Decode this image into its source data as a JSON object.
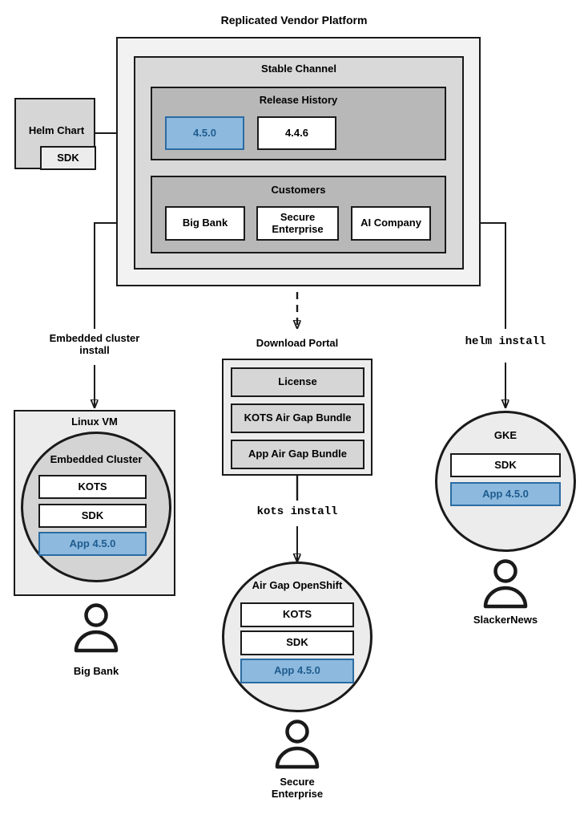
{
  "diagram": {
    "title": "Replicated Vendor Platform",
    "platform": {
      "channel_title": "Stable Channel",
      "release_history": {
        "title": "Release History",
        "releases": [
          {
            "version": "4.5.0",
            "state": "current",
            "color": "#8cb9dd"
          },
          {
            "version": "4.4.6",
            "state": "previous",
            "color": "#ffffff"
          }
        ]
      },
      "customers": {
        "title": "Customers",
        "items": [
          "Big Bank",
          "Secure\nEnterprise",
          "AI Company"
        ]
      }
    },
    "source": {
      "title": "Helm Chart",
      "component": "SDK"
    },
    "edges": {
      "embedded": "Embedded cluster\ninstall",
      "download_portal": "Download Portal",
      "helm": "helm install",
      "kots": "kots install"
    },
    "download_portal": {
      "title": "Download Portal",
      "artifacts": [
        "License",
        "KOTS Air Gap Bundle",
        "App Air Gap Bundle"
      ]
    },
    "targets": [
      {
        "name": "linux-vm",
        "title": "Linux VM",
        "inner_title": "Embedded Cluster",
        "components": [
          "KOTS",
          "SDK",
          "App 4.5.0"
        ],
        "customer": "Big Bank"
      },
      {
        "name": "air-gap-openshift",
        "title": "Air Gap OpenShift",
        "components": [
          "KOTS",
          "SDK",
          "App 4.5.0"
        ],
        "customer": "Secure\nEnterprise"
      },
      {
        "name": "gke",
        "title": "GKE",
        "components": [
          "SDK",
          "App 4.5.0"
        ],
        "customer": "SlackerNews"
      }
    ],
    "colors": {
      "accent_blue": "#8cb9dd",
      "accent_blue_border": "#2b6ca3",
      "accent_blue_text": "#1f5c8f",
      "stroke": "#1a1a1a",
      "layer1": "#f2f2f2",
      "layer2": "#d9d9d9",
      "layer3": "#b8b8b8"
    }
  }
}
